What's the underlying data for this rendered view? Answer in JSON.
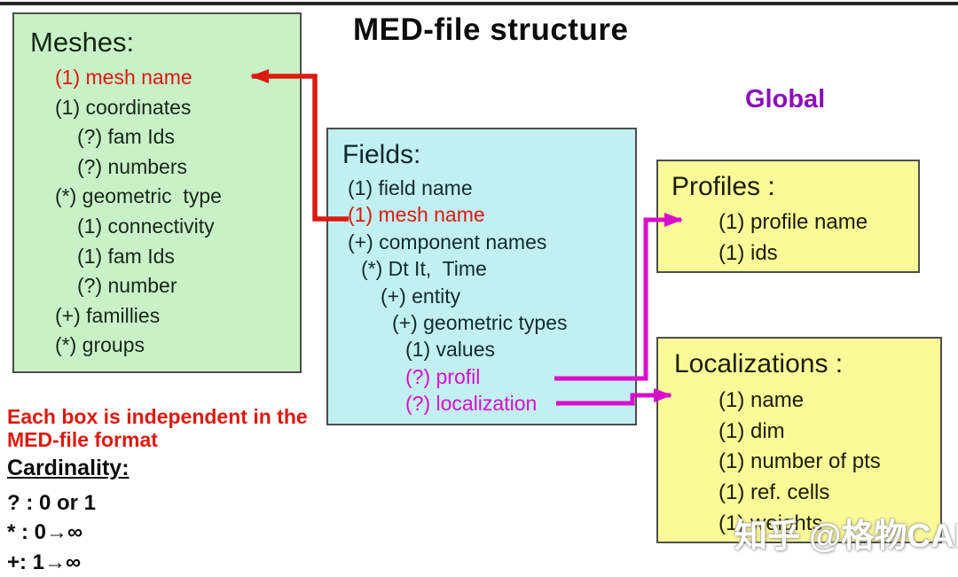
{
  "title": "MED-file structure",
  "global_label": "Global",
  "boxes": {
    "meshes": {
      "title": "Meshes:",
      "items": [
        {
          "text": "(1) mesh name",
          "indent": 1,
          "color": "red"
        },
        {
          "text": "(1) coordinates",
          "indent": 1
        },
        {
          "text": "(?) fam Ids",
          "indent": 2
        },
        {
          "text": "(?) numbers",
          "indent": 2
        },
        {
          "text": "(*) geometric  type",
          "indent": 1
        },
        {
          "text": "(1) connectivity",
          "indent": 2
        },
        {
          "text": "(1) fam Ids",
          "indent": 2
        },
        {
          "text": "(?) number",
          "indent": 2
        },
        {
          "text": "(+) famillies",
          "indent": 1
        },
        {
          "text": "(*) groups",
          "indent": 1
        }
      ]
    },
    "fields": {
      "title": "Fields:",
      "items": [
        {
          "text": "(1) field name",
          "indent": 0
        },
        {
          "text": "(1) mesh name",
          "indent": 0,
          "color": "red"
        },
        {
          "text": "(+) component names",
          "indent": 0
        },
        {
          "text": "(*) Dt It,  Time",
          "indent": 1
        },
        {
          "text": "(+) entity",
          "indent": 2
        },
        {
          "text": "(+) geometric types",
          "indent": 3
        },
        {
          "text": "(1) values",
          "indent": 4
        },
        {
          "text": "(?) profil",
          "indent": 4,
          "color": "magenta"
        },
        {
          "text": "(?) localization",
          "indent": 4,
          "color": "magenta"
        }
      ]
    },
    "profiles": {
      "title": "Profiles :",
      "items": [
        {
          "text": "(1) profile name",
          "indent": 1
        },
        {
          "text": "(1) ids",
          "indent": 1
        }
      ]
    },
    "localizations": {
      "title": "Localizations :",
      "items": [
        {
          "text": "(1) name",
          "indent": 1
        },
        {
          "text": "(1) dim",
          "indent": 1
        },
        {
          "text": "(1) number of pts",
          "indent": 1
        },
        {
          "text": "(1) ref. cells",
          "indent": 1
        },
        {
          "text": "(1) weights",
          "indent": 1
        }
      ]
    }
  },
  "note_red": "Each box is independent in the MED-file format",
  "cardinality": {
    "title": "Cardinality:",
    "lines": [
      "? : 0 or 1",
      "* : 0→∞",
      "+: 1→∞"
    ]
  },
  "arrows": [
    {
      "name": "mesh-name-reference",
      "from": "Fields (1) mesh name",
      "to": "Meshes (1) mesh name",
      "color": "red"
    },
    {
      "name": "profil-reference",
      "from": "Fields (?) profil",
      "to": "Profiles box",
      "color": "magenta"
    },
    {
      "name": "localization-reference",
      "from": "Fields (?) localization",
      "to": "Localizations box",
      "color": "magenta"
    }
  ],
  "watermark": "知乎 @格物CAE",
  "colors": {
    "green_box": "#c9f1c8",
    "cyan_box": "#c2eff1",
    "yellow_box": "#fafa98",
    "box_border": "#4d4d4d",
    "red": "#dc1a10",
    "magenta": "#d90ecb",
    "purple": "#8a10b8"
  }
}
